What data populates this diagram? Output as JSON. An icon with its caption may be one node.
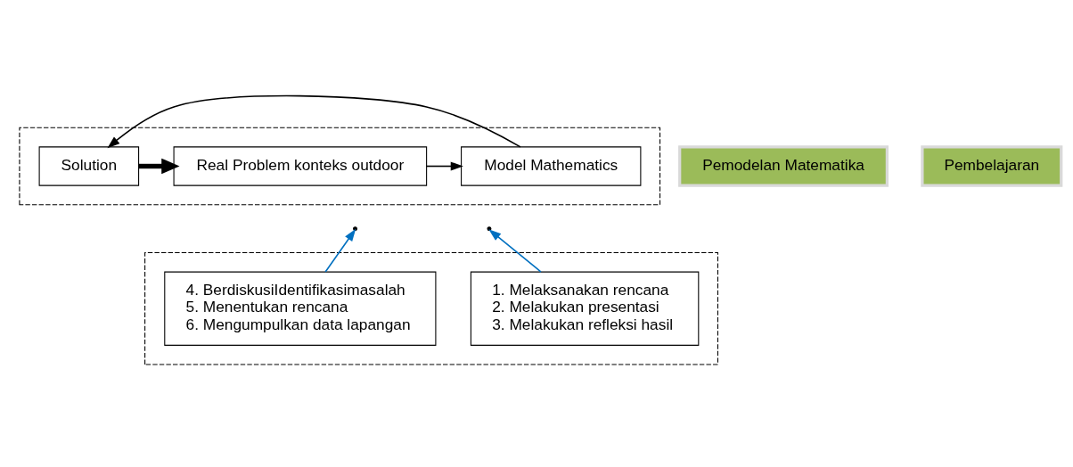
{
  "diagram": {
    "nodes": [
      {
        "text": [],
        "shape": "box"
      },
      {
        "text": [
          "Real Problem konteks outdoor"
        ],
        "in": 0
      },
      {
        "text": [
          "Model Mathematics"
        ],
        "in": 0
      },
      {
        "text": [
          "Solution"
        ],
        "in": 0
      },
      {
        "text": [
          "Pemodelan Matematika"
        ]
      },
      {
        "text": [],
        "shape": "box"
      },
      {
        "text": [
          "4. BerdiskusiIdentifikasimasalah",
          "5. Menentukan rencana",
          "6. Mengumpulkan data lapangan"
        ],
        "in": 5
      },
      {
        "text": [
          "1. Melaksanakan rencana",
          "2. Melakukan presentasi",
          "3. Melakukan refleksi hasil"
        ],
        "in": 5
      },
      {
        "text": [
          "Pembelajaran"
        ]
      }
    ],
    "edges": [
      {
        "from": 1,
        "to": 2,
        "arrow": "to"
      },
      {
        "from": 2,
        "to": 3,
        "arrow": "to"
      },
      {
        "from": 3,
        "to": 1,
        "arrow": "to",
        "style": "thick"
      },
      {
        "from": 6,
        "to": null,
        "arrow": "to",
        "color": "#0070c0"
      },
      {
        "from": 7,
        "to": null,
        "arrow": "to",
        "color": "#0070c0"
      }
    ]
  }
}
